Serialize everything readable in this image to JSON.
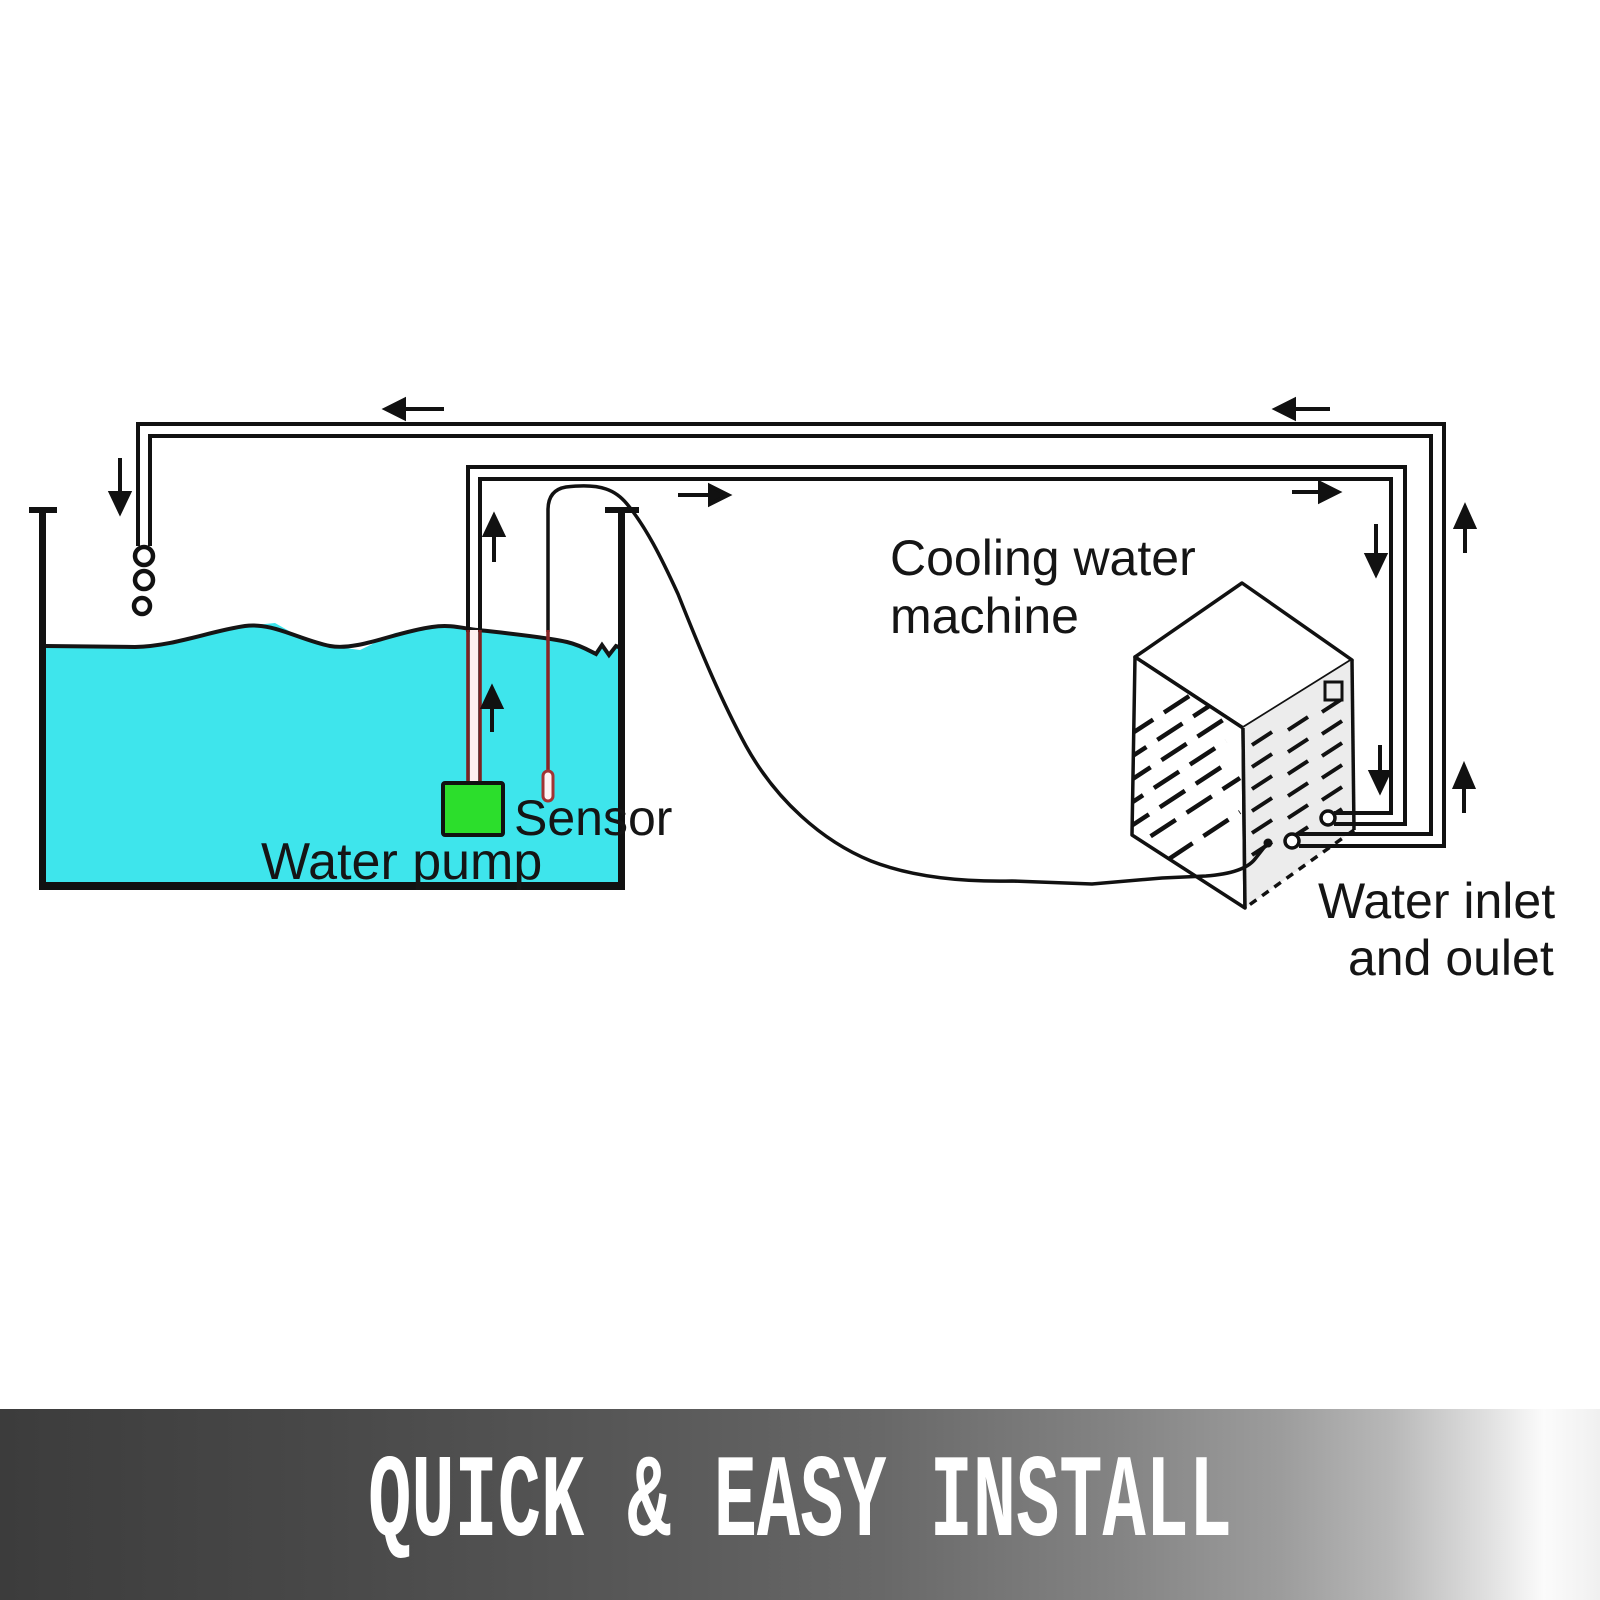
{
  "title": "Cooling water machine quick install diagram",
  "diagram": {
    "labels": {
      "cooling_machine_line1": "Cooling water",
      "cooling_machine_line2": "machine",
      "sensor": "Sensor",
      "water_pump": "Water pump",
      "water_inlet_line1": "Water inlet",
      "water_inlet_line2": "and oulet"
    },
    "colors": {
      "water": "#3EE5EC",
      "pump_green": "#2CDE2C",
      "machine_side": "#ECECEC",
      "outline": "#111111",
      "submerged_line": "#7C2222"
    },
    "flow_arrows": [
      {
        "id": "return-top-left",
        "direction": "left"
      },
      {
        "id": "return-top-right",
        "direction": "left"
      },
      {
        "id": "supply-top-left",
        "direction": "right"
      },
      {
        "id": "supply-top-right",
        "direction": "right"
      },
      {
        "id": "outlet-into-tank",
        "direction": "down"
      },
      {
        "id": "pump-riser-above-water",
        "direction": "up"
      },
      {
        "id": "pump-riser-in-water",
        "direction": "up"
      },
      {
        "id": "supply-drop-upper",
        "direction": "down"
      },
      {
        "id": "return-rise-upper",
        "direction": "up"
      },
      {
        "id": "supply-drop-lower",
        "direction": "down"
      },
      {
        "id": "return-rise-lower",
        "direction": "up"
      }
    ],
    "bubbles_count": 3
  },
  "banner": {
    "text": "QUICK & EASY INSTALL",
    "text_color": "#FFFFFF",
    "gradient_left": "#3C3C3C",
    "gradient_right": "#F0F0F0"
  }
}
